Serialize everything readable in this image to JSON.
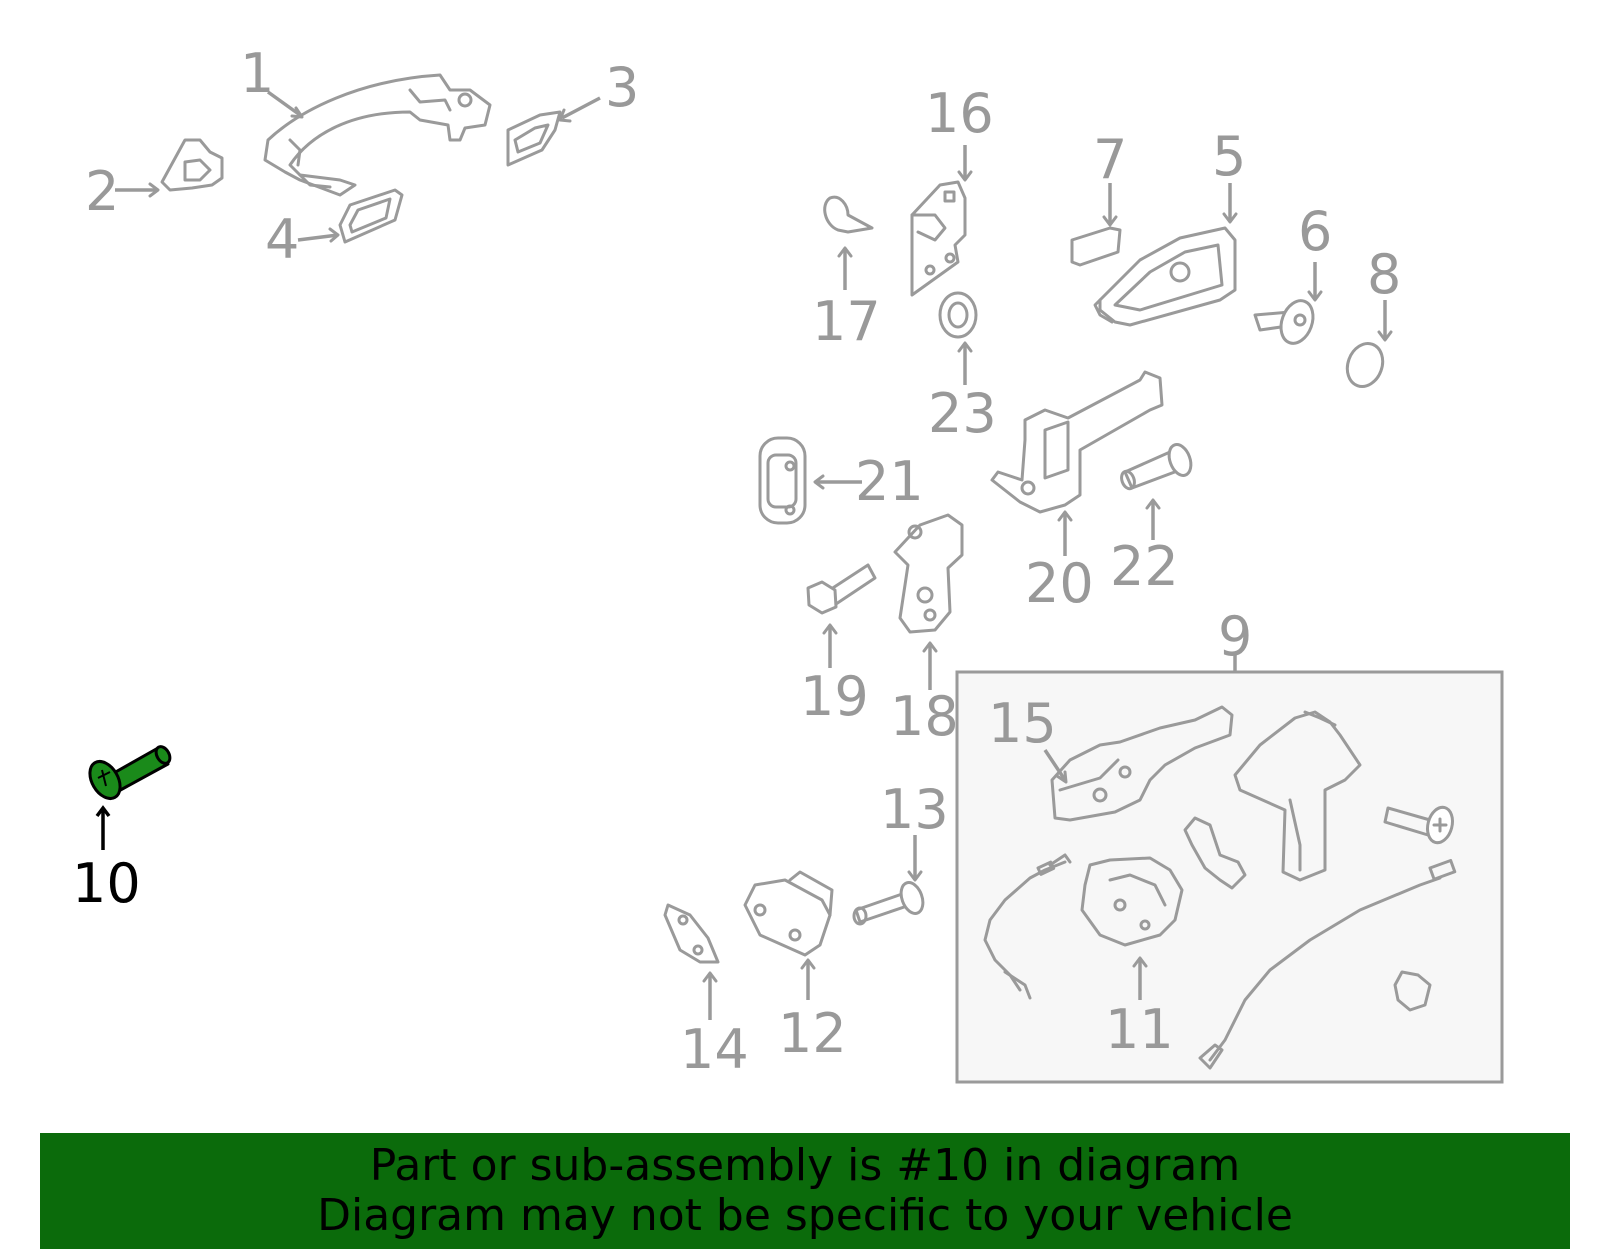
{
  "diagram": {
    "callouts": [
      {
        "number": "1"
      },
      {
        "number": "2"
      },
      {
        "number": "3"
      },
      {
        "number": "4"
      },
      {
        "number": "5"
      },
      {
        "number": "6"
      },
      {
        "number": "7"
      },
      {
        "number": "8"
      },
      {
        "number": "9"
      },
      {
        "number": "10",
        "highlighted": true
      },
      {
        "number": "11"
      },
      {
        "number": "12"
      },
      {
        "number": "13"
      },
      {
        "number": "14"
      },
      {
        "number": "15"
      },
      {
        "number": "16"
      },
      {
        "number": "17"
      },
      {
        "number": "18"
      },
      {
        "number": "19"
      },
      {
        "number": "20"
      },
      {
        "number": "21"
      },
      {
        "number": "22"
      },
      {
        "number": "23"
      }
    ],
    "highlight_color": "#1a8a1a",
    "part_stroke_color": "#9a9a9a",
    "callout_color": "#999999"
  },
  "banner": {
    "line1": "Part or sub-assembly is #10 in diagram",
    "line2": "Diagram may not be specific to your vehicle",
    "background_color": "#0b6b0b"
  }
}
